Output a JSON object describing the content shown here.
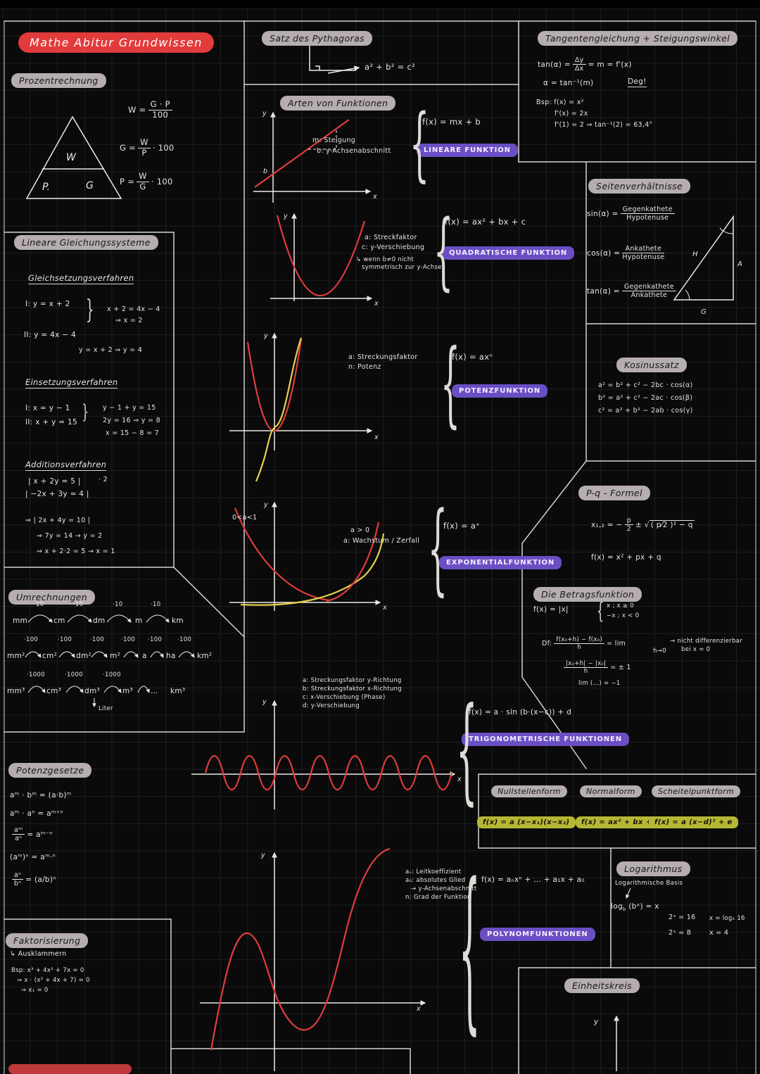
{
  "page": {
    "title": "Mathe Abitur Grundwissen"
  },
  "axis": {
    "x": "x",
    "y": "y",
    "b": "b"
  },
  "prozent": {
    "badge": "Prozentrechnung",
    "tri": {
      "w": "W",
      "p": "P.",
      "g": "G"
    },
    "f1": {
      "lhs": "W =",
      "num": "G · P",
      "den": "100"
    },
    "f2": {
      "lhs": "G =",
      "num": "W",
      "den": "P",
      "rhs": "· 100"
    },
    "f3": {
      "lhs": "P =",
      "num": "W",
      "den": "G",
      "rhs": "· 100"
    }
  },
  "pythagoras": {
    "badge": "Satz des Pythagoras",
    "formula": "a² + b² = c²"
  },
  "tangente": {
    "badge": "Tangentengleichung + Steigungswinkel",
    "eq1_lhs": "tan(α) =",
    "eq1_frac": {
      "num": "Δy",
      "den": "Δx"
    },
    "eq1_rhs": "= m = f'(x)",
    "eq2": "α = tan⁻¹(m)",
    "deg": "Deg!",
    "bsp": [
      "Bsp:  f(x) = x²",
      "f'(x) = 2x",
      "f'(1) = 2 ⇒ tan⁻¹(2) = 63,4°"
    ]
  },
  "arten": {
    "badge": "Arten von Funktionen",
    "linear": {
      "label": "LINEARE FUNKTION",
      "formula": "f(x) = mx + b",
      "notes": [
        "m: Steigung",
        "b: y-Achsenabschnitt"
      ]
    },
    "quad": {
      "label": "QUADRATISCHE FUNKTION",
      "formula": "f(x) = ax² + bx + c",
      "notes": [
        "a: Streckfaktor",
        "c: y-Verschiebung",
        "↳ wenn b≠0 nicht",
        "symmetrisch zur y-Achse"
      ]
    },
    "pot": {
      "label": "POTENZFUNKTION",
      "formula": "f(x) = axⁿ",
      "notes": [
        "a: Streckungsfaktor",
        "n: Potenz"
      ]
    },
    "exp": {
      "label": "EXPONENTIALFUNKTION",
      "formula": "f(x) = aˣ",
      "graphnote": "0<a<1",
      "notes": [
        "a > 0",
        "a: Wachstum / Zerfall"
      ]
    },
    "trig": {
      "label": "TRIGONOMETRISCHE FUNKTIONEN",
      "formula": "f(x) = a · sin (b·(x−c)) + d",
      "notes": [
        "a: Streckungsfaktor y-Richtung",
        "b: Streckungsfaktor x-Richtung",
        "c: x-Verschiebung (Phase)",
        "d: y-Verschiebung"
      ]
    },
    "poly": {
      "label": "POLYNOMFUNKTIONEN",
      "formula": "f(x) = aₙxⁿ + … + a₁x + a₀",
      "notes": [
        "aₙ: Leitkoeffizient",
        "a₀: absolutes Glied",
        "→ y-Achsenabschnitt",
        "n: Grad der Funktion"
      ]
    }
  },
  "seiten": {
    "badge": "Seitenverhältnisse",
    "ratios": [
      {
        "lhs": "sin(α) =",
        "num": "Gegenkathete",
        "den": "Hypotenuse"
      },
      {
        "lhs": "cos(α) =",
        "num": "Ankathete",
        "den": "Hypotenuse"
      },
      {
        "lhs": "tan(α) =",
        "num": "Gegenkathete",
        "den": "Ankathete"
      }
    ],
    "tri": {
      "h": "H",
      "a": "A",
      "g": "G"
    }
  },
  "kosinus": {
    "badge": "Kosinussatz",
    "lines": [
      "a² = b² + c² − 2bc · cos(α)",
      "b² = a² + c² − 2ac · cos(β)",
      "c² = a² + b² − 2ab · cos(γ)"
    ]
  },
  "lgs": {
    "badge": "Lineare Gleichungssysteme",
    "m1": {
      "title": "Gleichsetzungsverfahren",
      "l1": "I:  y = x + 2",
      "l2": "II:  y = 4x − 4",
      "a1": "x + 2 = 4x − 4",
      "a2": "⇒  x = 2",
      "a3": "y = x + 2  ⇒  y = 4"
    },
    "m2": {
      "title": "Einsetzungsverfahren",
      "l1": "I:  x = y − 1",
      "l2": "II:  x + y = 15",
      "a1": "y − 1 + y = 15",
      "a2": "2y = 16  ⇒  y = 8",
      "a3": "x = 15 − 8 = 7"
    },
    "m3": {
      "title": "Additionsverfahren",
      "l1": "| x + 2y = 5 |",
      "l1b": "· 2",
      "l2": "| −2x + 3y = 4 |",
      "a1": "⇒  | 2x + 4y = 10 |",
      "a2": "⇒  7y = 14  →  y = 2",
      "a3": "⇒  x + 2·2 = 5  →  x = 1"
    }
  },
  "pq": {
    "badge": "P-q - Formel",
    "lhs": "x₁,₂ = −",
    "frac": {
      "num": "p",
      "den": "2"
    },
    "mid": "±",
    "sqrt": "√",
    "rad": "( p⁄2 )² − q",
    "line2": "f(x) = x² + px + q"
  },
  "betrag": {
    "badge": "Die Betragsfunktion",
    "def": "f(x) = |x|",
    "case1": "x ;  x ≥ 0",
    "case2": "−x ;  x < 0",
    "df_lhs": "Df:",
    "df_frac": {
      "num": "f(x₀+h) − f(x₀)",
      "den": "h"
    },
    "df_rhs": "= lim",
    "df_sub": "h→0",
    "lim_frac": {
      "num": "|x₀+h| − |x₀|",
      "den": "h"
    },
    "lim_rhs": "= ± 1",
    "note1": "→ nicht differenzierbar",
    "note2": "bei x = 0",
    "lim2": "lim (…) = −1"
  },
  "umrech": {
    "badge": "Umrechnungen",
    "r1": {
      "factor": "·10",
      "u": [
        "mm",
        "cm",
        "dm",
        "m",
        "km"
      ]
    },
    "r2": {
      "factor": "·100",
      "u": [
        "mm²",
        "cm²",
        "dm²",
        "m²",
        "a",
        "ha",
        "km²"
      ]
    },
    "r3": {
      "factor": "·1000",
      "u": [
        "mm³",
        "cm³",
        "dm³",
        "m³",
        "…",
        "km³"
      ],
      "liter": "Liter"
    }
  },
  "formen": {
    "h": [
      "Nullstellenform",
      "Normalform",
      "Scheitelpunktform"
    ],
    "f": [
      "f(x) = a (x−x₁)(x−x₂)",
      "f(x) = ax² + bx + c",
      "f(x) = a (x−d)² + e"
    ]
  },
  "log": {
    "badge": "Logarithmus",
    "sub": "Logarithmische Basis",
    "fn": "log",
    "base": "b",
    "arg": "(bˣ) = x",
    "ex1": "2ˣ = 16",
    "ex2": "x = log₂ 16",
    "ex3": "2ˣ = 8",
    "ex4": "x = 4"
  },
  "potenzg": {
    "badge": "Potenzgesetze",
    "l1": "aᵐ · bᵐ = (a·b)ᵐ",
    "l2": "aᵐ · aⁿ = aᵐ⁺ⁿ",
    "l3": {
      "num": "aᵐ",
      "den": "aⁿ",
      "rhs": "= aᵐ⁻ⁿ"
    },
    "l4": "(aᵐ)ⁿ = aᵐ·ⁿ",
    "l5": {
      "num": "aⁿ",
      "den": "bⁿ",
      "rhs": "= (a/b)ⁿ"
    }
  },
  "fakt": {
    "badge": "Faktorisierung",
    "sub": "↳ Ausklammern",
    "l1": "Bsp:  x³ + 4x² + 7x = 0",
    "l2": "⇒  x · (x² + 4x + 7) = 0",
    "l3": "⇒  x₁ = 0"
  },
  "kreis": {
    "badge": "Einheitskreis"
  }
}
